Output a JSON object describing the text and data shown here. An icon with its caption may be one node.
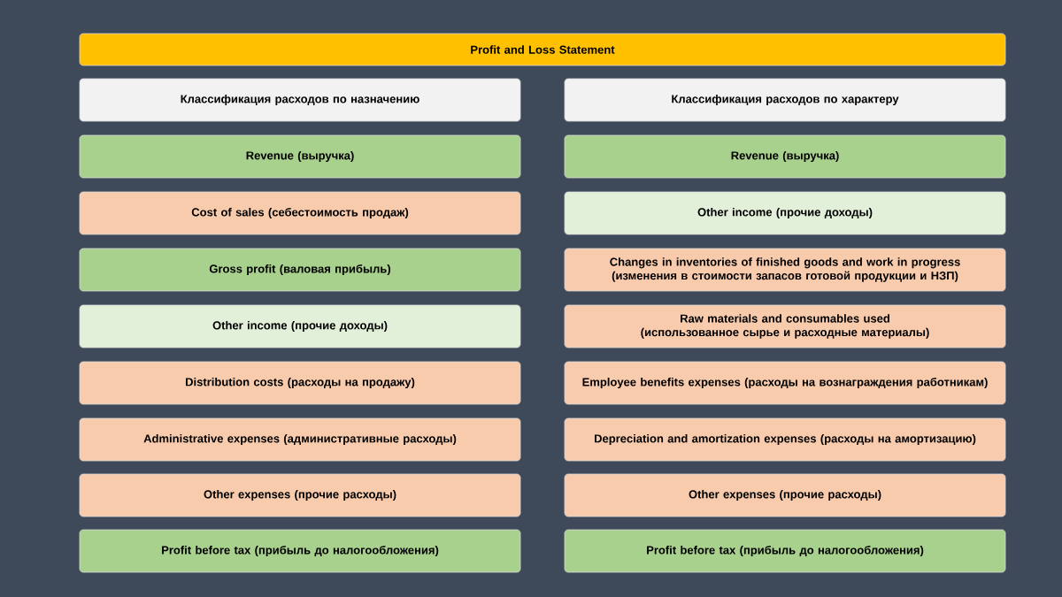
{
  "diagram": {
    "nodes": [
      {
        "text": [
          "Profit and Loss Statement"
        ]
      },
      {
        "text": [
          "Классификация расходов по назначению"
        ]
      },
      {
        "text": [
          "Классификация расходов по характеру"
        ]
      },
      {
        "text": [
          "Revenue (выручка)"
        ]
      },
      {
        "text": [
          "Revenue (выручка)"
        ]
      },
      {
        "text": [
          "Cost of sales (себестоимость продаж)"
        ]
      },
      {
        "text": [
          "Other income (прочие доходы)"
        ]
      },
      {
        "text": [
          "Gross profit (валовая прибыль)"
        ]
      },
      {
        "text": [
          "Changes in inventories of finished goods and work in progress (изменения в стоимости запасов готовой продукции и НЗП)"
        ]
      },
      {
        "text": [
          "Other income (прочие доходы)"
        ]
      },
      {
        "text": [
          "Raw materials and consumables used (использованное сырье и расходные материалы)"
        ]
      },
      {
        "text": [
          "Distribution costs (расходы на продажу)"
        ]
      },
      {
        "text": [
          "Employee benefits expenses (расходы на вознаграждения работникам)"
        ]
      },
      {
        "text": [
          "Administrative expenses (административные расходы)"
        ]
      },
      {
        "text": [
          "Depreciation and amortization expenses (расходы на амортизацию)"
        ]
      },
      {
        "text": [
          "Other expenses (прочие расходы)"
        ]
      },
      {
        "text": [
          "Other expenses (прочие расходы)"
        ]
      },
      {
        "text": [
          "Profit before tax (прибыль до налогообложения)"
        ]
      },
      {
        "text": [
          "Profit before tax (прибыль до налогообложения)"
        ]
      }
    ]
  }
}
